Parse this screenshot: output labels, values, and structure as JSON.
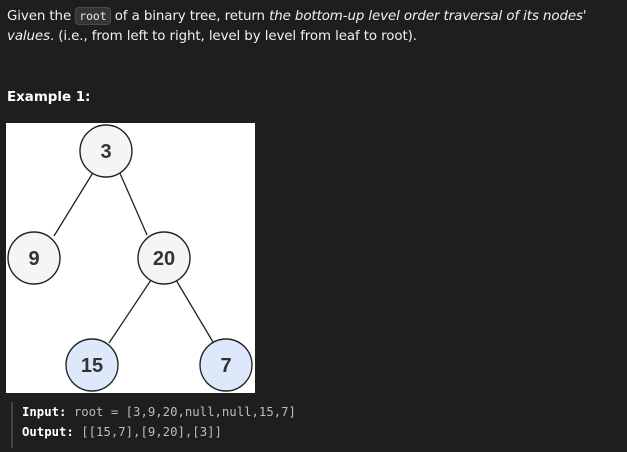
{
  "description": {
    "part1": "Given the ",
    "code": "root",
    "part2": " of a binary tree, return ",
    "emphasis": "the bottom-up level order traversal of its nodes' values",
    "part3": ". (i.e., from left to right, level by level from leaf to root)."
  },
  "example": {
    "title": "Example 1:",
    "nodes": {
      "root": "3",
      "left": "9",
      "right": "20",
      "right_left": "15",
      "right_right": "7"
    },
    "colors": {
      "default_fill": "#f5f5f5",
      "leaf_fill": "#dde9fb",
      "stroke": "#222222"
    },
    "input_label": "Input:",
    "input_value": "root = [3,9,20,null,null,15,7]",
    "output_label": "Output:",
    "output_value": "[[15,7],[9,20],[3]]"
  }
}
